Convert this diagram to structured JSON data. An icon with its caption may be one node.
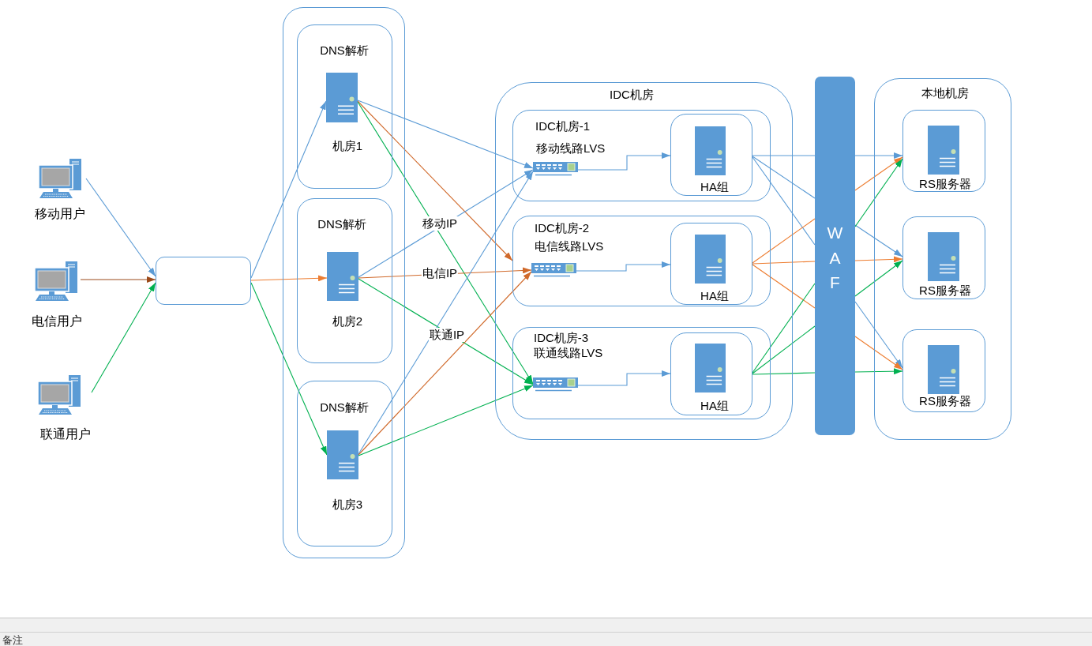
{
  "diagram": {
    "nodes": [
      {
        "text": [
          "移动用户"
        ]
      },
      {
        "text": [
          "电信用户"
        ]
      },
      {
        "text": [
          "联通用户"
        ]
      },
      {
        "text": [],
        "shape": "box"
      },
      {
        "text": [],
        "shape": "box"
      },
      {
        "text": [
          "DNS解析",
          "机房1"
        ],
        "in": 4
      },
      {
        "text": [],
        "shape": "picture",
        "in": 5
      },
      {
        "text": [
          "DNS解析",
          "机房2"
        ],
        "in": 4
      },
      {
        "text": [],
        "shape": "picture",
        "in": 7
      },
      {
        "text": [
          "DNS解析",
          "机房3"
        ],
        "in": 4
      },
      {
        "text": [],
        "shape": "picture",
        "in": 9
      },
      {
        "text": [
          "IDC机房"
        ]
      },
      {
        "text": [
          "IDC机房-1",
          "移动线路LVS"
        ],
        "in": 11
      },
      {
        "text": [],
        "shape": "picture",
        "in": 12
      },
      {
        "text": [
          "HA组"
        ],
        "in": 12
      },
      {
        "text": [
          "IDC机房-2",
          "电信线路LVS"
        ],
        "in": 11
      },
      {
        "text": [],
        "shape": "picture",
        "in": 15
      },
      {
        "text": [
          "HA组"
        ],
        "in": 15
      },
      {
        "text": [
          "IDC机房-3",
          "联通线路LVS"
        ],
        "in": 11
      },
      {
        "text": [],
        "shape": "picture",
        "in": 18
      },
      {
        "text": [
          "HA组"
        ],
        "in": 18
      },
      {
        "text": [
          "W A F"
        ]
      },
      {
        "text": [
          "本地机房"
        ]
      },
      {
        "text": [
          "RS服务器"
        ],
        "in": 22
      },
      {
        "text": [
          "RS服务器"
        ],
        "in": 22
      },
      {
        "text": [
          "RS服务器"
        ],
        "in": 22
      }
    ],
    "edges": [
      {
        "from": 0,
        "to": 3,
        "arrow": "to"
      },
      {
        "from": 1,
        "to": 3,
        "arrow": "to",
        "color": "#9c4a1a"
      },
      {
        "from": 2,
        "to": 3,
        "arrow": "to",
        "color": "#00b050"
      },
      {
        "from": 3,
        "to": 6,
        "arrow": "to"
      },
      {
        "from": 3,
        "to": 8,
        "arrow": "to",
        "color": "#ed7d31"
      },
      {
        "from": 3,
        "to": 10,
        "arrow": "to",
        "color": "#00b050"
      },
      {
        "from": 6,
        "to": 13,
        "arrow": "to"
      },
      {
        "from": 6,
        "to": 15,
        "arrow": "to",
        "color": "#d0692a"
      },
      {
        "from": 6,
        "to": 19,
        "arrow": "to",
        "color": "#00b050"
      },
      {
        "from": 8,
        "to": 13,
        "arrow": "to",
        "label": "移动IP"
      },
      {
        "from": 8,
        "to": 16,
        "arrow": "to",
        "label": "电信IP",
        "color": "#d0692a"
      },
      {
        "from": 8,
        "to": 19,
        "arrow": "to",
        "label": "联通IP",
        "color": "#00b050"
      },
      {
        "from": 10,
        "to": 13,
        "arrow": "to"
      },
      {
        "from": 10,
        "to": 16,
        "arrow": "to",
        "color": "#d0692a"
      },
      {
        "from": 10,
        "to": 19,
        "arrow": "to",
        "color": "#00b050"
      },
      {
        "from": 13,
        "to": 14,
        "arrow": "to"
      },
      {
        "from": 16,
        "to": 17,
        "arrow": "to"
      },
      {
        "from": 19,
        "to": 20,
        "arrow": "to"
      },
      {
        "from": 14,
        "to": 21,
        "arrow": "none"
      },
      {
        "from": 14,
        "to": 21,
        "arrow": "none"
      },
      {
        "from": 14,
        "to": 21,
        "arrow": "none"
      },
      {
        "from": 17,
        "to": 21,
        "arrow": "none",
        "color": "#ed7d31"
      },
      {
        "from": 17,
        "to": 21,
        "arrow": "none",
        "color": "#ed7d31"
      },
      {
        "from": 17,
        "to": 21,
        "arrow": "none",
        "color": "#ed7d31"
      },
      {
        "from": 20,
        "to": 21,
        "arrow": "none",
        "color": "#00b050"
      },
      {
        "from": 20,
        "to": 21,
        "arrow": "none",
        "color": "#00b050"
      },
      {
        "from": 20,
        "to": 21,
        "arrow": "none",
        "color": "#00b050"
      },
      {
        "from": 21,
        "to": 23,
        "arrow": "to"
      },
      {
        "from": 21,
        "to": 24,
        "arrow": "to"
      },
      {
        "from": 21,
        "to": 25,
        "arrow": "to"
      },
      {
        "from": 21,
        "to": 23,
        "arrow": "to",
        "color": "#ed7d31"
      },
      {
        "from": 21,
        "to": 24,
        "arrow": "to",
        "color": "#ed7d31"
      },
      {
        "from": 21,
        "to": 25,
        "arrow": "to",
        "color": "#ed7d31"
      },
      {
        "from": 21,
        "to": 23,
        "arrow": "to",
        "color": "#00b050"
      },
      {
        "from": 21,
        "to": 24,
        "arrow": "to",
        "color": "#00b050"
      },
      {
        "from": 21,
        "to": 25,
        "arrow": "to",
        "color": "#00b050"
      }
    ],
    "labels": [
      "备注"
    ]
  }
}
